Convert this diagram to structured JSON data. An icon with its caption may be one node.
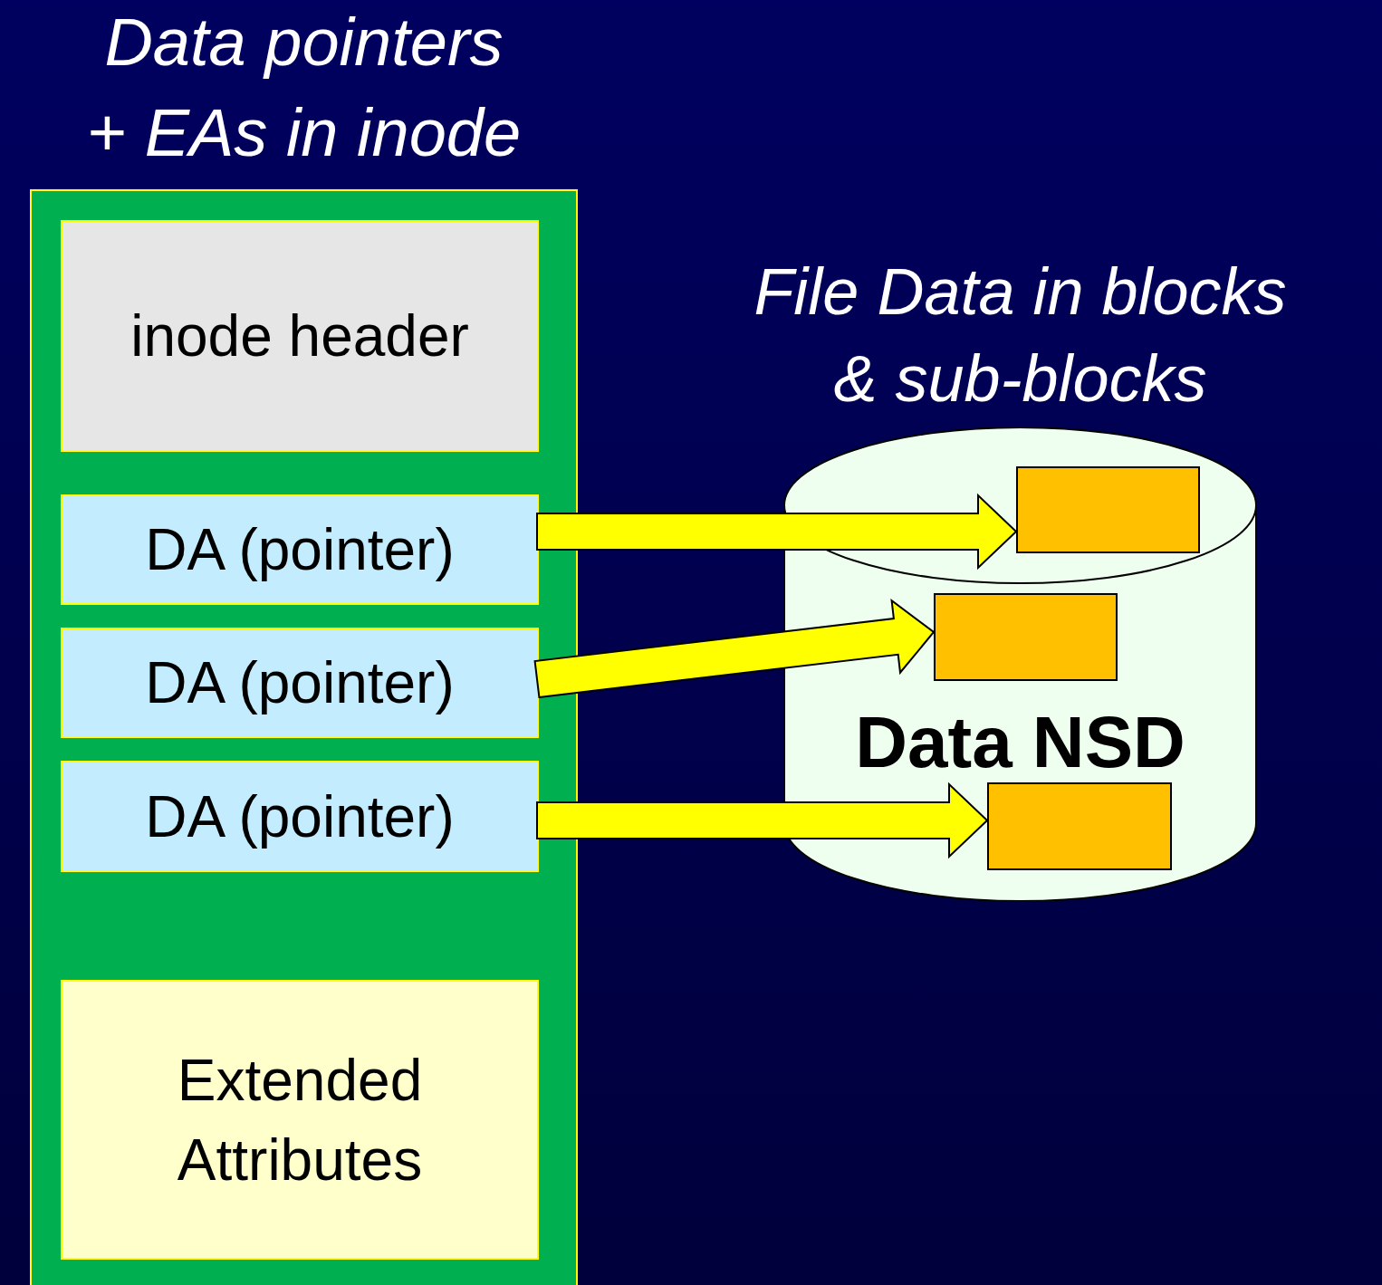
{
  "diagram": {
    "nodes": [
      {
        "text": [
          "Data pointers + EAs in inode"
        ]
      },
      {
        "text": [
          "inode header"
        ],
        "in": 0
      },
      {
        "text": [
          "DA (pointer)"
        ],
        "in": 0
      },
      {
        "text": [
          "DA (pointer)"
        ],
        "in": 0
      },
      {
        "text": [
          "DA (pointer)"
        ],
        "in": 0
      },
      {
        "text": [
          "Extended Attributes"
        ],
        "in": 0
      },
      {
        "text": [
          "File Data in blocks & sub-blocks",
          "Data NSD"
        ]
      },
      {
        "text": [],
        "shape": "box",
        "in": 6
      },
      {
        "text": [],
        "shape": "box",
        "in": 6
      },
      {
        "text": [],
        "shape": "box",
        "in": 6
      }
    ],
    "edges": [
      {
        "from": 2,
        "to": 7,
        "arrow": "to"
      },
      {
        "from": 3,
        "to": 8,
        "arrow": "to"
      },
      {
        "from": 4,
        "to": 9,
        "arrow": "to"
      }
    ]
  }
}
